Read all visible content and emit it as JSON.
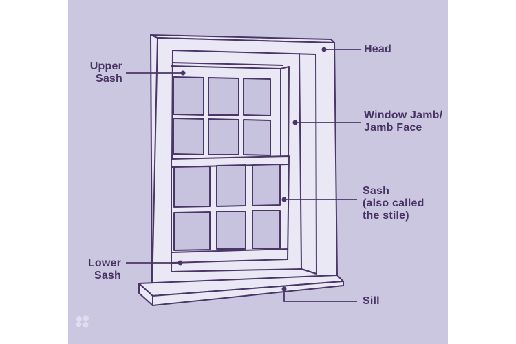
{
  "colors": {
    "page_bg": "#ffffff",
    "panel_bg": "#cbc7e0",
    "line": "#4a3767",
    "frame_fill": "#eae8f5",
    "glass_fill": "#c7c3de",
    "text": "#483365",
    "logo": "#e0ddee"
  },
  "labels": {
    "upper_sash": {
      "line1": "Upper",
      "line2": "Sash"
    },
    "head": {
      "line1": "Head"
    },
    "window_jamb": {
      "line1": "Window Jamb/",
      "line2": "Jamb Face"
    },
    "sash": {
      "line1": "Sash",
      "line2": "(also called",
      "line3": "the stile)"
    },
    "lower_sash": {
      "line1": "Lower",
      "line2": "Sash"
    },
    "sill": {
      "line1": "Sill"
    }
  },
  "logo": {
    "name": "flower-logo"
  }
}
